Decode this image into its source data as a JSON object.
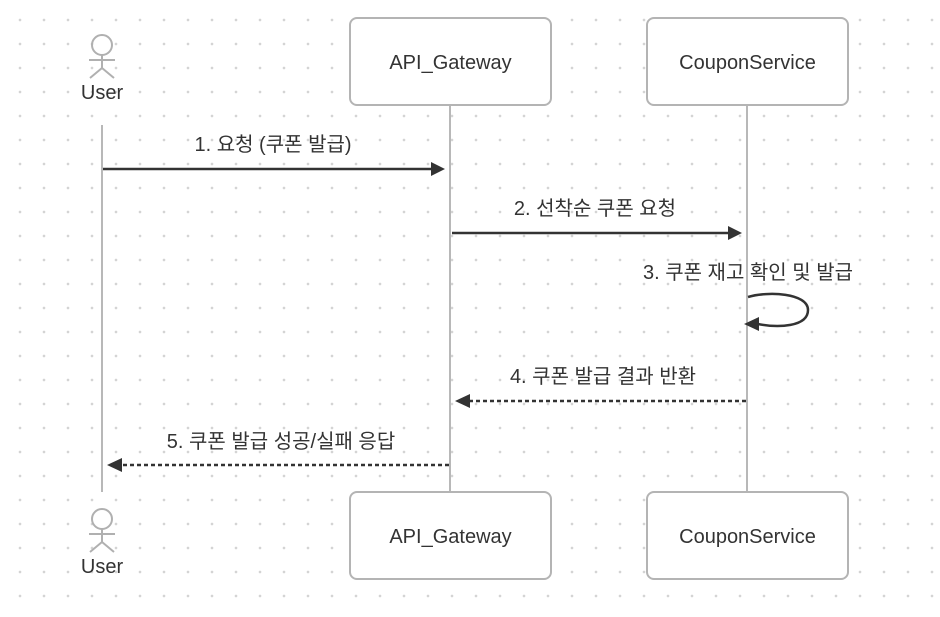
{
  "participants": {
    "user": {
      "label": "User"
    },
    "api_gateway": {
      "label": "API_Gateway"
    },
    "coupon_service": {
      "label": "CouponService"
    }
  },
  "messages": [
    {
      "from": "User",
      "to": "API_Gateway",
      "label": "1. 요청 (쿠폰 발급)",
      "style": "solid"
    },
    {
      "from": "API_Gateway",
      "to": "CouponService",
      "label": "2. 선착순 쿠폰 요청",
      "style": "solid"
    },
    {
      "from": "CouponService",
      "to": "CouponService",
      "label": "3. 쿠폰 재고 확인 및 발급",
      "style": "solid"
    },
    {
      "from": "CouponService",
      "to": "API_Gateway",
      "label": "4. 쿠폰 발급 결과 반환",
      "style": "dashed"
    },
    {
      "from": "API_Gateway",
      "to": "User",
      "label": "5. 쿠폰 발급 성공/실패 응답",
      "style": "dashed"
    }
  ]
}
